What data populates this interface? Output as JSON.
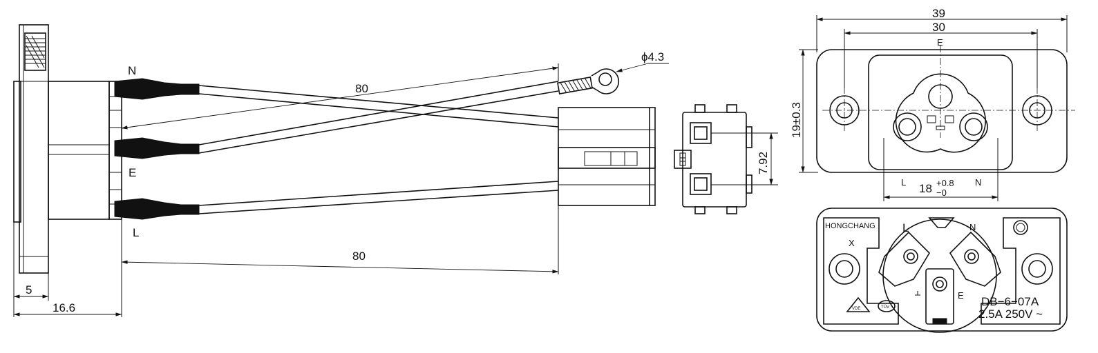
{
  "side_view": {
    "terminal_labels": [
      "N",
      "E",
      "L"
    ],
    "dim_lead_length": "80",
    "dim_body_length": "80",
    "dim_ring_diameter": "ϕ4.3",
    "dim_flange": "5",
    "dim_depth": "16.6"
  },
  "connector_view": {
    "dim_pitch": "7.92"
  },
  "front_view": {
    "dim_width": "39",
    "dim_hole_spacing": "30",
    "dim_height": "19±0.3",
    "dim_pin_spacing": "18",
    "tol_upper": "+0.8",
    "tol_lower": "−0",
    "pin_labels": {
      "earth": "E",
      "live": "L",
      "neutral": "N"
    }
  },
  "rear_view": {
    "brand": "HONGCHANG",
    "mark_x": "X",
    "pin_l": "L",
    "pin_n": "N",
    "pin_e": "E",
    "model": "DB−6−07A",
    "rating": "2.5A 250V ~",
    "cert_vde": "VDE",
    "cert_tuv": "TÜV"
  }
}
